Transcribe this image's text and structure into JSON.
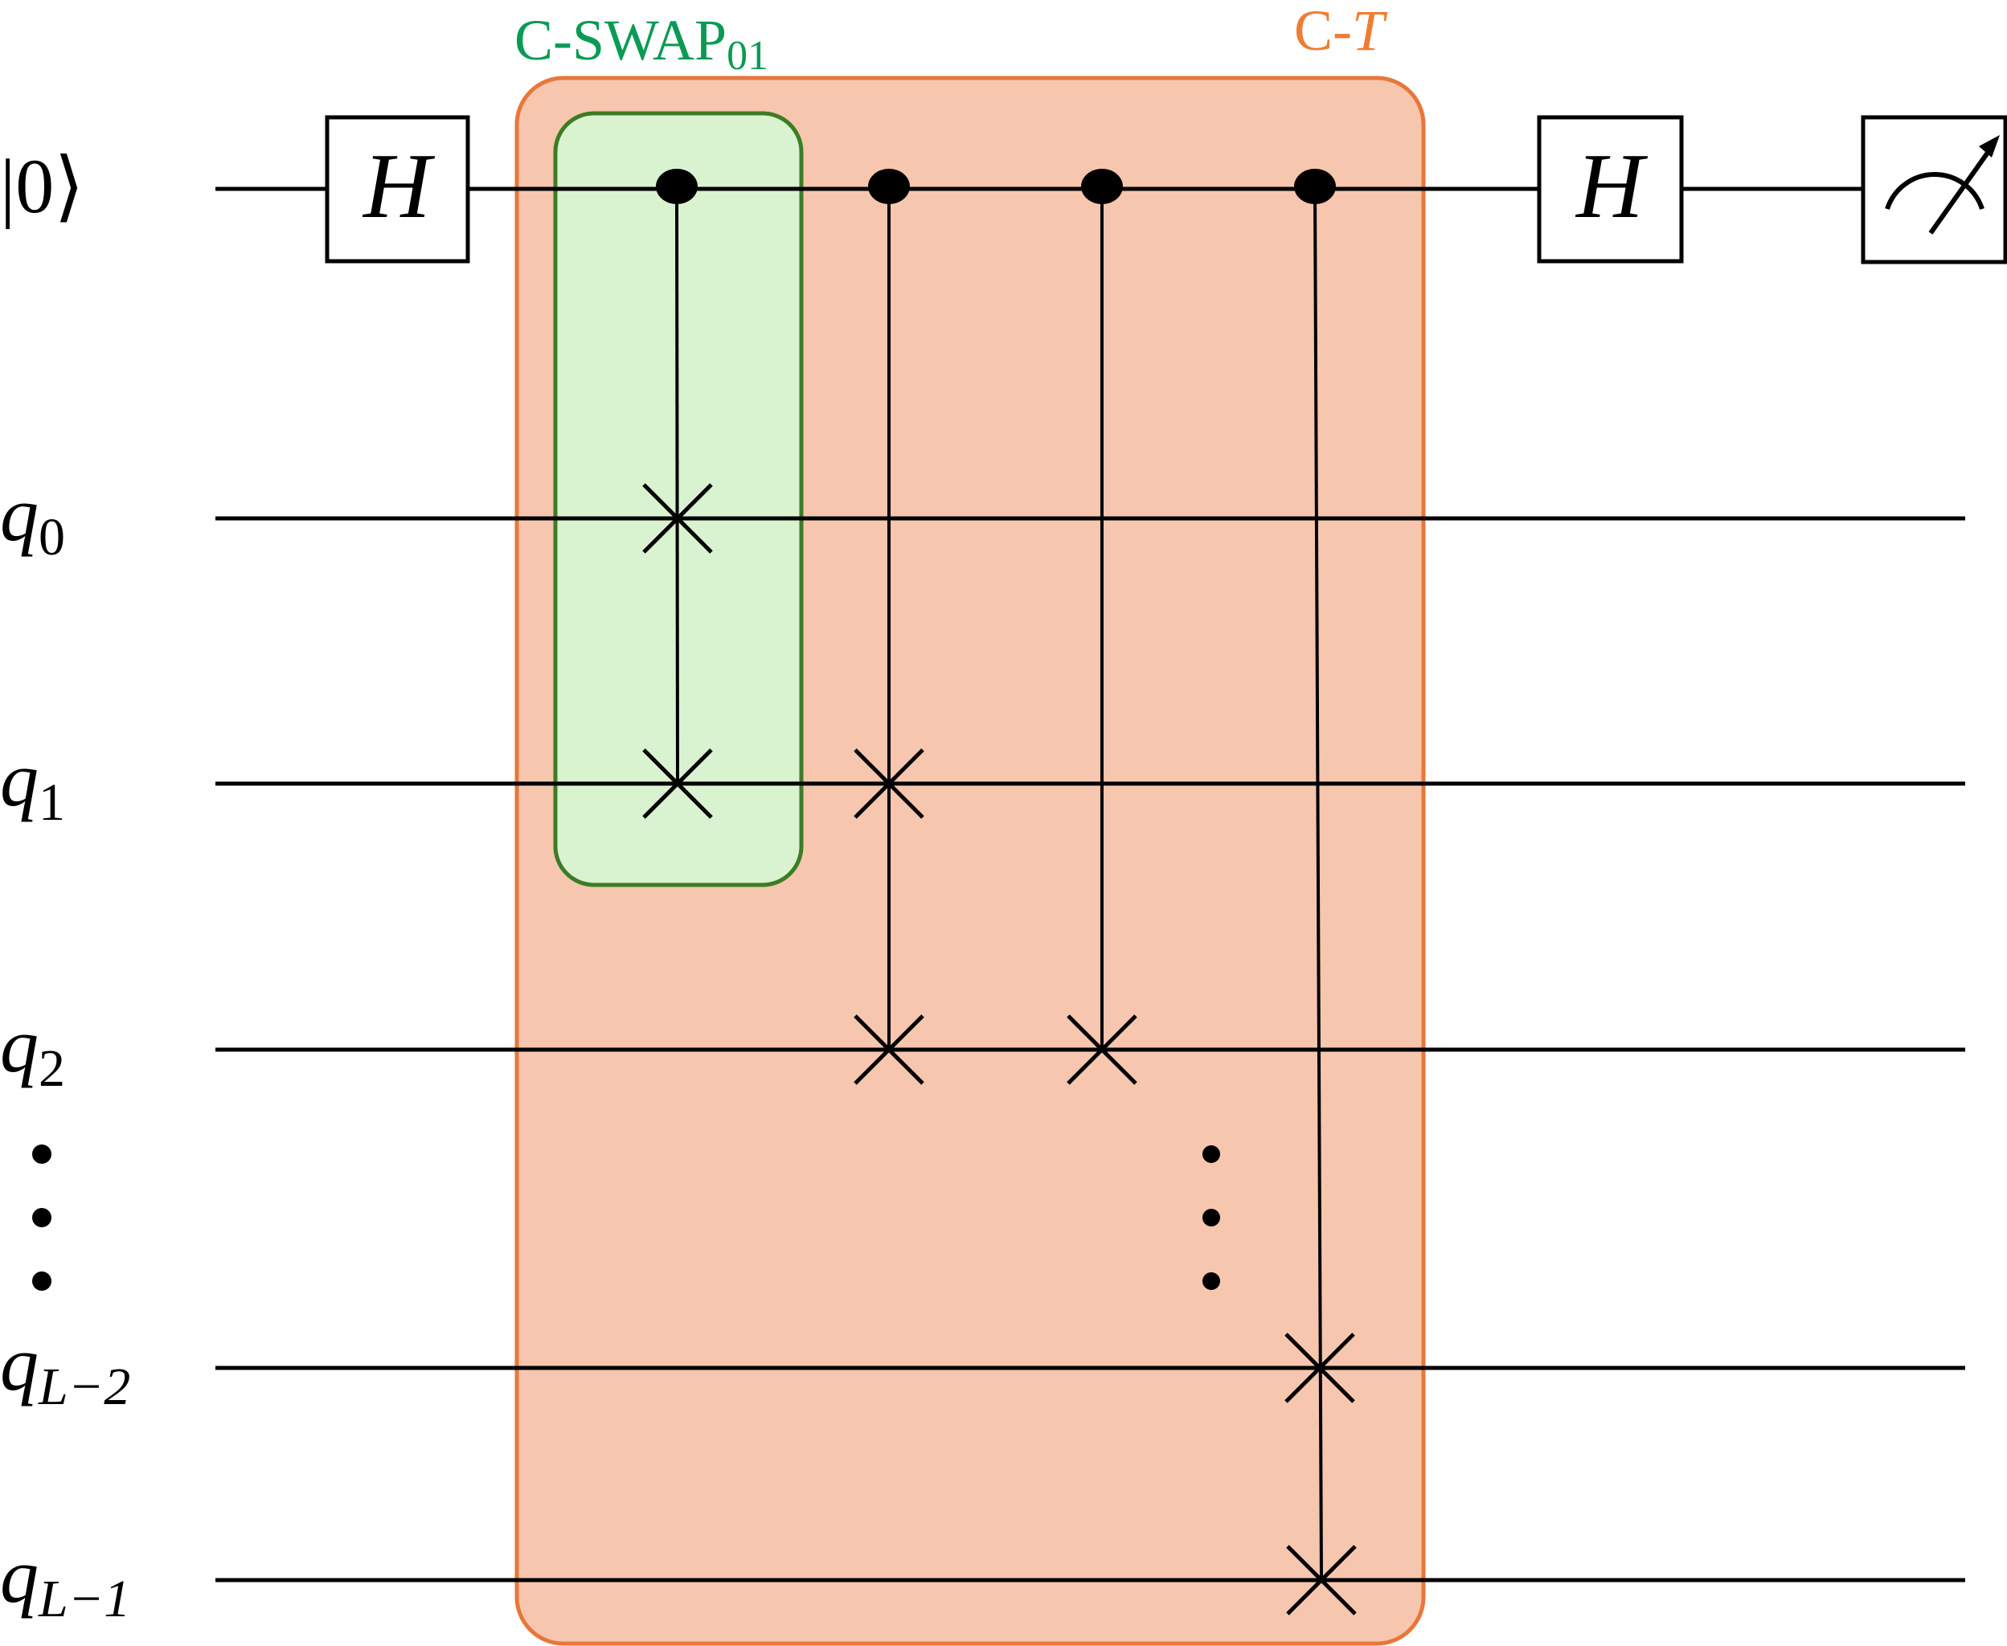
{
  "colors": {
    "wire": "#000000",
    "outer_fill": "#f6c6ae",
    "outer_stroke": "#e8773a",
    "inner_fill": "#d9f2d0",
    "inner_stroke": "#3b7d23",
    "green_text": "#0b9a55",
    "orange_text": "#ee7d33"
  },
  "labels": {
    "ancilla": "|0⟩",
    "qubits": [
      {
        "base": "q",
        "sub": "0"
      },
      {
        "base": "q",
        "sub": "1"
      },
      {
        "base": "q",
        "sub": "2"
      },
      {
        "base": "q",
        "sub": "L−2"
      },
      {
        "base": "q",
        "sub": "L−1"
      }
    ]
  },
  "groups": {
    "inner": {
      "name": "C-SWAP",
      "sub": "01"
    },
    "outer": {
      "prefix": "C-",
      "italic": "T"
    }
  },
  "gates": {
    "h_label": "H",
    "meter_icon": "measurement-meter-icon"
  }
}
